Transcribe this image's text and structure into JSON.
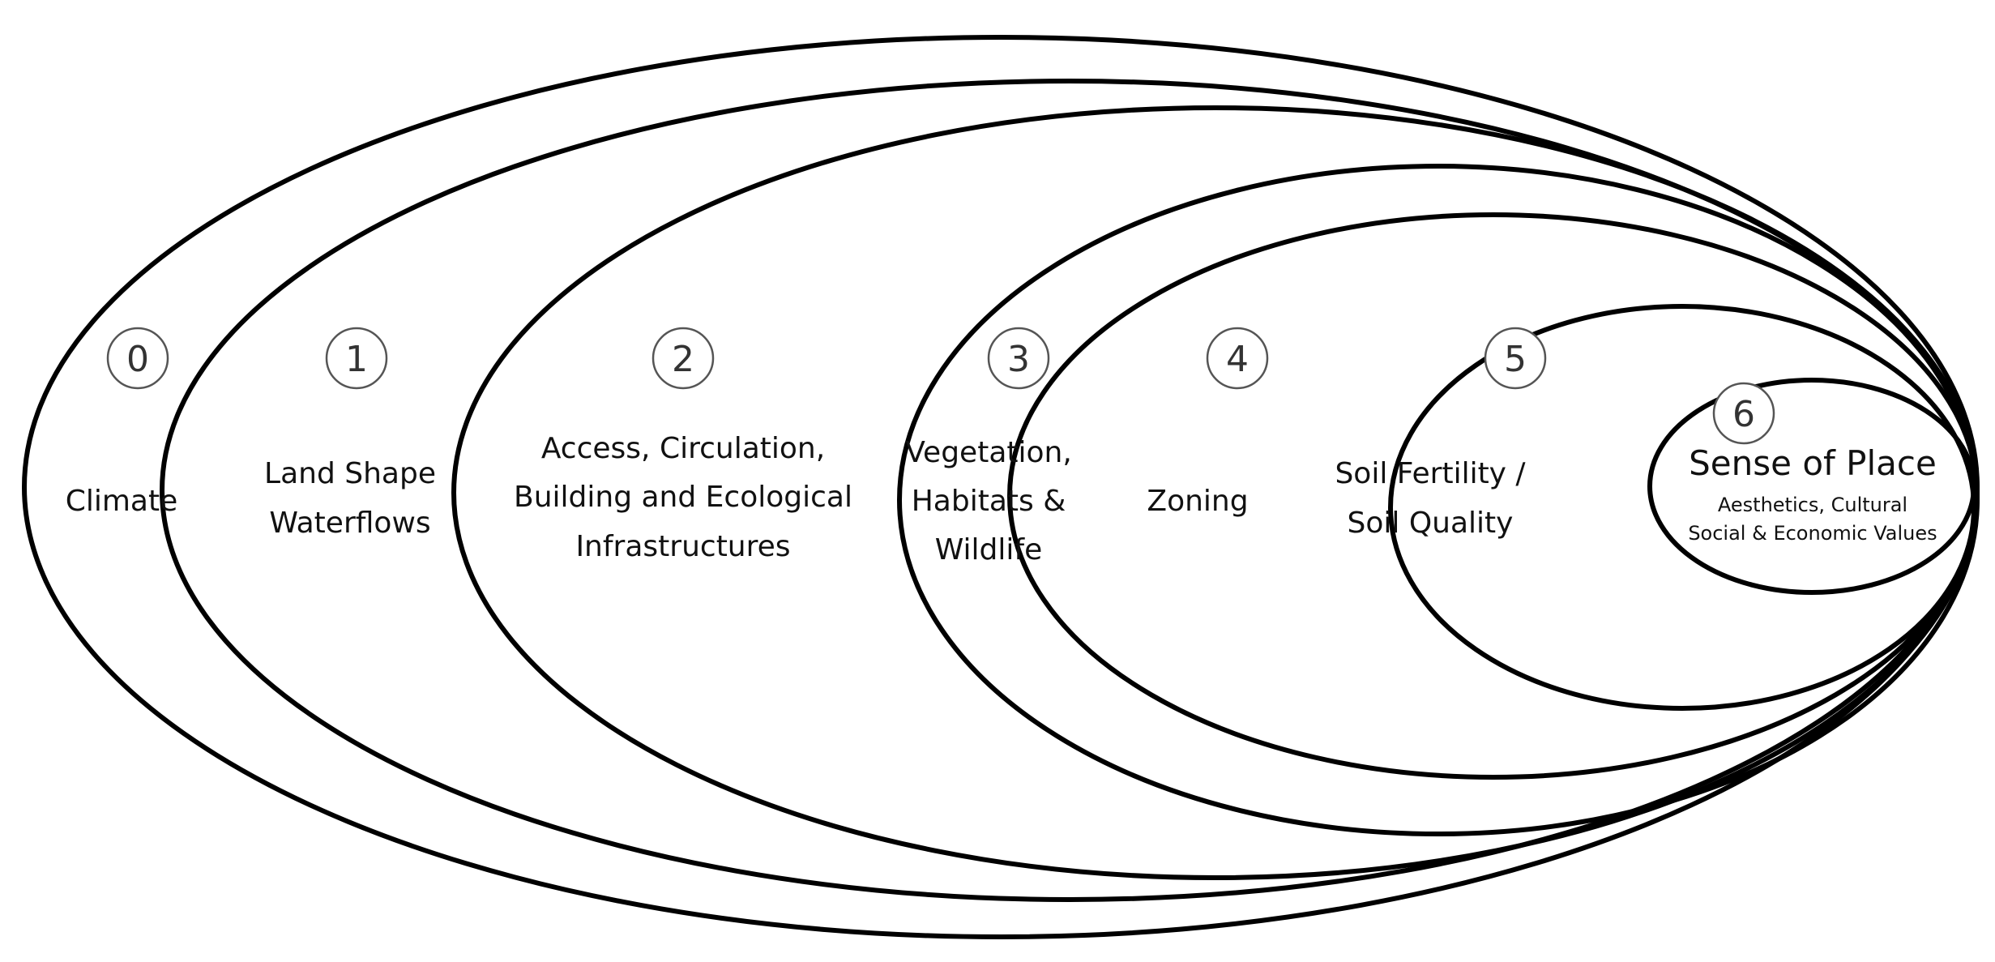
{
  "layers": [
    {
      "number": "0",
      "lines": [
        "Climate"
      ]
    },
    {
      "number": "1",
      "lines": [
        "Land Shape",
        "Waterflows"
      ]
    },
    {
      "number": "2",
      "lines": [
        "Access, Circulation,",
        "Building and Ecological",
        "Infrastructures"
      ]
    },
    {
      "number": "3",
      "lines": [
        "Vegetation,",
        "Habitats &",
        "Wildlife"
      ]
    },
    {
      "number": "4",
      "lines": [
        "Zoning"
      ]
    },
    {
      "number": "5",
      "lines": [
        "Soil Fertility /",
        "Soil Quality"
      ]
    },
    {
      "number": "6",
      "lines": [
        "Sense of Place"
      ],
      "sublines": [
        "Aesthetics, Cultural",
        "Social & Economic Values"
      ]
    }
  ]
}
